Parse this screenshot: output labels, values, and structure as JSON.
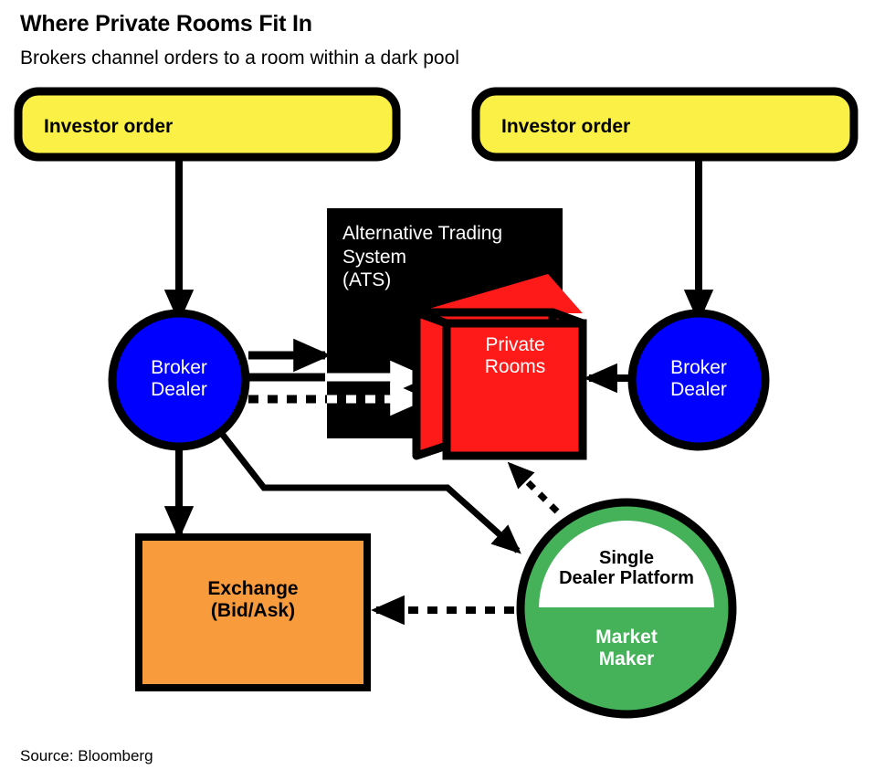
{
  "header": {
    "title": "Where Private Rooms Fit In",
    "subtitle": "Brokers channel orders to a room within a dark pool"
  },
  "footer": {
    "source": "Source: Bloomberg"
  },
  "colors": {
    "yellow": "#FAF046",
    "blue": "#0000FF",
    "black": "#000000",
    "red": "#FF1A1A",
    "green": "#45B25A",
    "orange": "#F89B3C",
    "white": "#FFFFFF",
    "stroke": "#000000"
  },
  "nodes": {
    "investor_order_left": {
      "label": "Investor order",
      "shape": "rounded-rect",
      "fill": "#FAF046"
    },
    "investor_order_right": {
      "label": "Investor order",
      "shape": "rounded-rect",
      "fill": "#FAF046"
    },
    "broker_dealer_left": {
      "label_line1": "Broker",
      "label_line2": "Dealer",
      "shape": "circle",
      "fill": "#0000FF"
    },
    "broker_dealer_right": {
      "label_line1": "Broker",
      "label_line2": "Dealer",
      "shape": "circle",
      "fill": "#0000FF"
    },
    "ats": {
      "label_line1": "Alternative Trading",
      "label_line2": "System",
      "label_line3": "(ATS)",
      "shape": "rect",
      "fill": "#000000"
    },
    "private_rooms": {
      "label_line1": "Private",
      "label_line2": "Rooms",
      "shape": "cube",
      "fill": "#FF1A1A"
    },
    "exchange": {
      "label_line1": "Exchange",
      "label_line2": "(Bid/Ask)",
      "shape": "rect",
      "fill": "#F89B3C"
    },
    "market_maker": {
      "dome_line1": "Single",
      "dome_line2": "Dealer Platform",
      "label_line1": "Market",
      "label_line2": "Maker",
      "shape": "circle",
      "fill": "#45B25A"
    }
  },
  "edges": [
    {
      "name": "investor-left-to-broker-left",
      "style": "solid",
      "from": "investor_order_left",
      "to": "broker_dealer_left"
    },
    {
      "name": "investor-right-to-broker-right",
      "style": "solid",
      "from": "investor_order_right",
      "to": "broker_dealer_right"
    },
    {
      "name": "broker-left-to-ats",
      "style": "solid",
      "from": "broker_dealer_left",
      "to": "ats"
    },
    {
      "name": "broker-left-to-private-rooms-solid",
      "style": "solid",
      "from": "broker_dealer_left",
      "to": "private_rooms"
    },
    {
      "name": "broker-left-to-private-rooms-dotted",
      "style": "dotted",
      "from": "broker_dealer_left",
      "to": "private_rooms"
    },
    {
      "name": "broker-right-to-private-rooms",
      "style": "solid",
      "from": "broker_dealer_right",
      "to": "private_rooms"
    },
    {
      "name": "broker-left-to-exchange",
      "style": "solid",
      "from": "broker_dealer_left",
      "to": "exchange"
    },
    {
      "name": "broker-left-to-market-maker",
      "style": "solid",
      "from": "broker_dealer_left",
      "to": "market_maker"
    },
    {
      "name": "market-maker-to-private-rooms",
      "style": "dotted",
      "from": "market_maker",
      "to": "private_rooms"
    },
    {
      "name": "market-maker-to-exchange",
      "style": "dotted",
      "from": "market_maker",
      "to": "exchange"
    }
  ]
}
